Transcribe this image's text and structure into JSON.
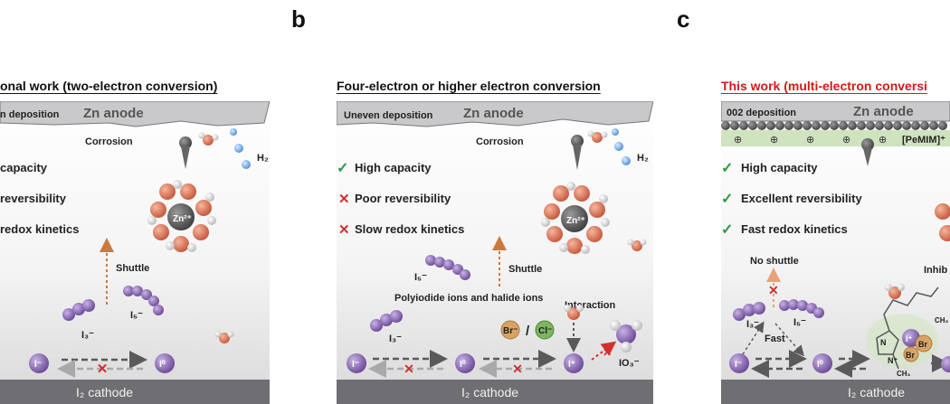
{
  "panel_letters": {
    "b": "b",
    "c": "c"
  },
  "panel_a": {
    "title": "onal work (two-electron conversion)",
    "deposition": "n deposition",
    "anode": "Zn anode",
    "corrosion": "Corrosion",
    "h2": "H₂",
    "features": [
      {
        "text": "capacity"
      },
      {
        "text": "reversibility"
      },
      {
        "text": "redox kinetics"
      }
    ],
    "zn_ion": "Zn²⁺",
    "shuttle": "Shuttle",
    "i5": "I₅⁻",
    "i3": "I₃⁻",
    "i_minus": "I⁻",
    "i_zero": "I⁰",
    "cathode": "I₂ cathode"
  },
  "panel_b": {
    "title": "Four-electron or higher electron conversion",
    "deposition": "Uneven deposition",
    "anode": "Zn anode",
    "corrosion": "Corrosion",
    "h2": "H₂",
    "features": [
      {
        "mark": "✓",
        "text": "High capacity",
        "good": true
      },
      {
        "mark": "✕",
        "text": "Poor reversibility",
        "good": false
      },
      {
        "mark": "✕",
        "text": "Slow redox kinetics",
        "good": false
      }
    ],
    "zn_ion": "Zn²⁺",
    "shuttle": "Shuttle",
    "i5": "I₅⁻",
    "i3": "I₃⁻",
    "polyiodide": "Polyiodide ions and halide ions",
    "interaction": "Interaction",
    "br": "Br⁻",
    "slash": "/",
    "cl": "Cl⁻",
    "i_minus": "I⁻",
    "i_zero": "I⁰",
    "i_plus": "I⁺",
    "io3": "IO₃⁻",
    "cathode": "I₂ cathode"
  },
  "panel_c": {
    "title": "This work (multi-electron conversi",
    "deposition": "002 deposition",
    "anode": "Zn anode",
    "pemim": "[PeMIM]⁺",
    "plus": "⊕",
    "features": [
      {
        "mark": "✓",
        "text": "High capacity",
        "good": true
      },
      {
        "mark": "✓",
        "text": "Excellent  reversibility",
        "good": true
      },
      {
        "mark": "✓",
        "text": "Fast redox kinetics",
        "good": true
      }
    ],
    "no_shuttle": "No shuttle",
    "inhib": "Inhib",
    "fast": "Fast",
    "i3": "I₃⁻",
    "i5": "I₅⁻",
    "i_minus": "I⁻",
    "i_zero": "I⁰",
    "i_plus": "I⁺",
    "br": "Br",
    "n_plus": "N⁺",
    "n": "N",
    "ch3_top": "CH₃",
    "ch3_bottom": "CH₃",
    "cathode": "I₂ cathode"
  },
  "colors": {
    "iodine": "#7b5aa6",
    "oxygen": "#d9694a",
    "hydrogen_bubble": "#6fa3dc",
    "check": "#2e9a3e",
    "cross": "#d32f2f",
    "title_red": "#d61818",
    "cathode": "#6f6f73",
    "anode": "#c9c9cb",
    "arrow_dash": "#5a5a5a",
    "arrow_dash_light": "#a9a9a9",
    "shuttle_arrow": "#cc7a3c",
    "bromine": "#d7a466",
    "chlorine": "#7fb462"
  }
}
